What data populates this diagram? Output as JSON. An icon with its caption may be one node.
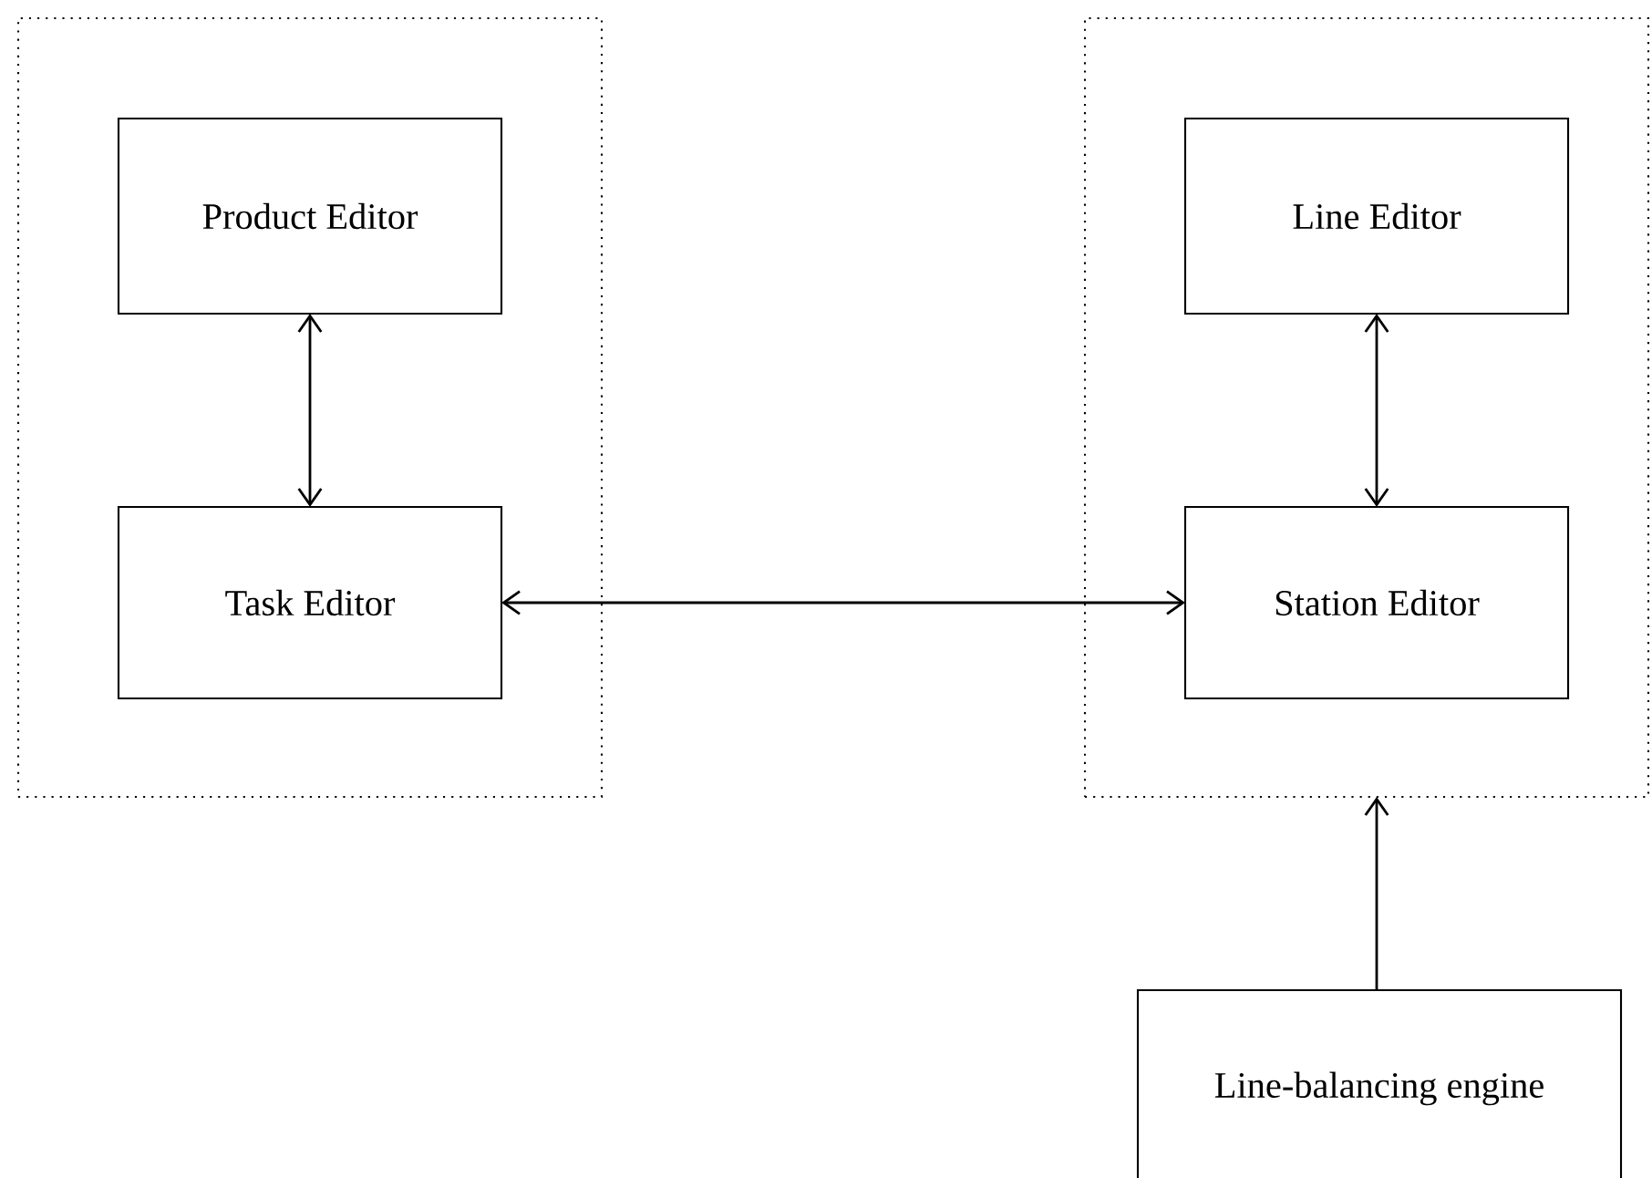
{
  "diagram": {
    "nodes": [
      {
        "text": [],
        "shape": "box"
      },
      {
        "text": [
          "Product Editor"
        ],
        "in": 0
      },
      {
        "text": [
          "Task Editor"
        ],
        "in": 0
      },
      {
        "text": [],
        "shape": "box"
      },
      {
        "text": [
          "Line Editor"
        ],
        "in": 3
      },
      {
        "text": [
          "Station Editor"
        ],
        "in": 3
      },
      {
        "text": [
          "Line-balancing engine"
        ]
      }
    ],
    "edges": [
      {
        "from": 1,
        "to": 2,
        "arrow": "both"
      },
      {
        "from": 2,
        "to": 5,
        "arrow": "both"
      },
      {
        "from": 4,
        "to": 5,
        "arrow": "both"
      },
      {
        "from": 6,
        "to": 3,
        "arrow": "to"
      }
    ]
  }
}
